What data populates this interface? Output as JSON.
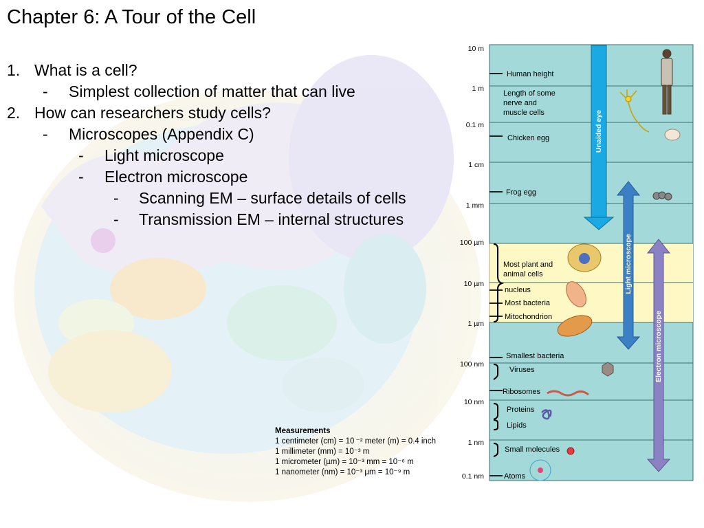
{
  "title": "Chapter 6:  A Tour of the Cell",
  "outline": [
    {
      "marker": "1.",
      "text": "What is a cell?",
      "level": 0
    },
    {
      "marker": "-",
      "text": "Simplest collection of matter that can live",
      "level": 1
    },
    {
      "marker": "2.",
      "text": "How can researchers study cells?",
      "level": 0
    },
    {
      "marker": "-",
      "text": "Microscopes (Appendix C)",
      "level": 1
    },
    {
      "marker": "-",
      "text": "Light microscope",
      "level": 2
    },
    {
      "marker": "-",
      "text": "Electron microscope",
      "level": 2
    },
    {
      "marker": "-",
      "text": "Scanning EM – surface details of cells",
      "level": 3
    },
    {
      "marker": "-",
      "text": "Transmission EM – internal structures",
      "level": 3
    }
  ],
  "measurements": {
    "heading": "Measurements",
    "lines": [
      "1 centimeter (cm) = 10 ⁻² meter (m) = 0.4 inch",
      "1 millimeter (mm) = 10⁻³ m",
      "1 micrometer (µm) = 10⁻³ mm = 10⁻⁶ m",
      "1 nanometer (nm) = 10⁻³ µm = 10⁻⁹ m"
    ]
  },
  "scale": {
    "labels": [
      "10 m",
      "1 m",
      "0.1 m",
      "1 cm",
      "1 mm",
      "100 µm",
      "10 µm",
      "1 µm",
      "100 nm",
      "10 nm",
      "1 nm",
      "0.1 nm"
    ],
    "items": [
      {
        "label": "Human height"
      },
      {
        "label": "Length of some\nnerve and\nmuscle cells"
      },
      {
        "label": "Chicken egg"
      },
      {
        "label": "Frog egg"
      },
      {
        "label": "Most plant and\nanimal cells"
      },
      {
        "label": "nucleus"
      },
      {
        "label": "Most bacteria"
      },
      {
        "label": "Mitochondrion"
      },
      {
        "label": "Smallest bacteria"
      },
      {
        "label": "Viruses"
      },
      {
        "label": "Ribosomes"
      },
      {
        "label": "Proteins"
      },
      {
        "label": "Lipids"
      },
      {
        "label": "Small molecules"
      },
      {
        "label": "Atoms"
      }
    ],
    "ranges": [
      {
        "label": "Unaided eye",
        "color": "#1aa9e3"
      },
      {
        "label": "Light microscope",
        "color": "#3b7fc4"
      },
      {
        "label": "Electron microscope",
        "color": "#8a82c2"
      }
    ],
    "colors": {
      "panel": "#a3d9d8",
      "highlight": "#fdf8c4",
      "grid": "#3a6e6d"
    }
  }
}
